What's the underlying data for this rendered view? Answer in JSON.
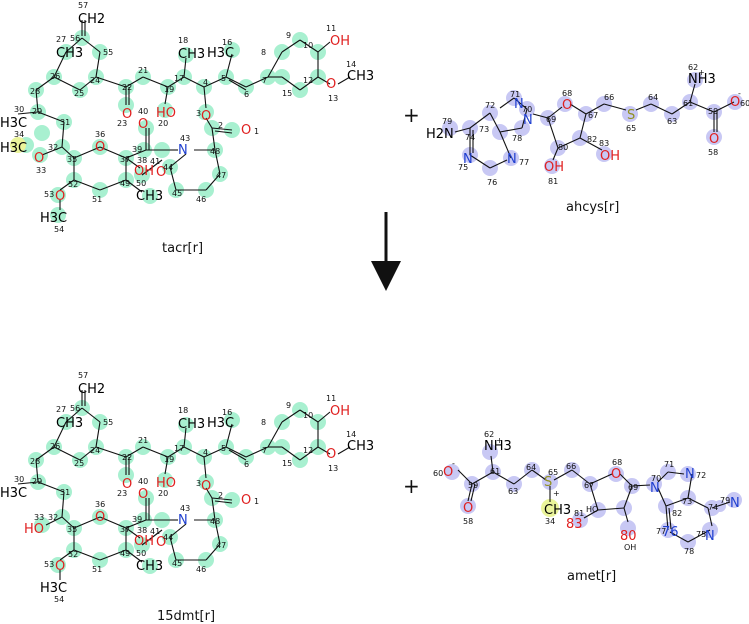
{
  "reaction": {
    "plus_sign": "+",
    "reactants": [
      {
        "id": "tacr",
        "label": "tacr[r]"
      },
      {
        "id": "ahcys",
        "label": "ahcys[r]"
      }
    ],
    "products": [
      {
        "id": "15dmt",
        "label": "15dmt[r]"
      },
      {
        "id": "amet",
        "label": "amet[r]"
      }
    ]
  },
  "atoms": {
    "tacr": [
      "CH2",
      "57",
      "56",
      "55",
      "27",
      "CH3",
      "26",
      "25",
      "24",
      "22",
      "O",
      "23",
      "21",
      "19",
      "HO",
      "40",
      "20",
      "18",
      "CH3",
      "17",
      "4",
      "16",
      "H3C",
      "5",
      "6",
      "7",
      "8",
      "9",
      "10",
      "OH",
      "11",
      "12",
      "O",
      "13",
      "CH3",
      "14",
      "15",
      "28",
      "29",
      "30",
      "H3C",
      "31",
      "32",
      "34",
      "H3C",
      "O",
      "33",
      "35",
      "36",
      "O",
      "37",
      "38",
      "OH",
      "39",
      "O",
      "41",
      "N",
      "43",
      "O",
      "44",
      "45",
      "46",
      "47",
      "48",
      "3",
      "O",
      "2",
      "O",
      "1",
      "49",
      "50",
      "CH3",
      "51",
      "52",
      "O",
      "53",
      "H3C",
      "54"
    ],
    "ahcys": [
      "71",
      "N",
      "72",
      "H2N",
      "79",
      "74",
      "73",
      "75",
      "N",
      "76",
      "77",
      "N",
      "78",
      "70",
      "N",
      "69",
      "68",
      "O",
      "67",
      "66",
      "65",
      "S",
      "64",
      "63",
      "61",
      "62",
      "NH3",
      "+",
      "59",
      "O",
      "60",
      "-",
      "O",
      "58",
      "80",
      "OH",
      "81",
      "82",
      "83",
      "OH"
    ],
    "15dmt": [
      "CH2",
      "57",
      "56",
      "55",
      "27",
      "CH3",
      "26",
      "25",
      "24",
      "22",
      "O",
      "23",
      "21",
      "19",
      "HO",
      "40",
      "20",
      "18",
      "CH3",
      "17",
      "4",
      "16",
      "H3C",
      "5",
      "6",
      "7",
      "8",
      "9",
      "10",
      "OH",
      "11",
      "12",
      "O",
      "13",
      "CH3",
      "14",
      "15",
      "28",
      "29",
      "30",
      "H3C",
      "31",
      "32",
      "33",
      "HO",
      "35",
      "36",
      "O",
      "37",
      "38",
      "OH",
      "39",
      "O",
      "41",
      "N",
      "43",
      "O",
      "44",
      "45",
      "46",
      "47",
      "48",
      "3",
      "O",
      "2",
      "O",
      "1",
      "49",
      "50",
      "CH3",
      "51",
      "52",
      "O",
      "53",
      "H3C",
      "54"
    ],
    "amet": [
      "62",
      "NH3",
      "+",
      "61",
      "60",
      "O",
      "-",
      "59",
      "O",
      "58",
      "63",
      "64",
      "65",
      "S",
      "+",
      "CH3",
      "34",
      "66",
      "67",
      "68",
      "O",
      "69",
      "70",
      "N",
      "71",
      "N",
      "72",
      "73",
      "74",
      "N",
      "79",
      "75",
      "N",
      "77",
      "76",
      "78",
      "82",
      "HO",
      "83",
      "81",
      "OH",
      "80"
    ]
  },
  "colors": {
    "highlight_green": "#a8f0d0",
    "highlight_blue": "#c8c8f4",
    "highlight_yellow": "#eaf49a",
    "atom_oxygen": "#e02020",
    "atom_nitrogen": "#2040d0",
    "atom_sulfur": "#909020",
    "bond": "#111111"
  },
  "arrow": {
    "direction": "down"
  }
}
